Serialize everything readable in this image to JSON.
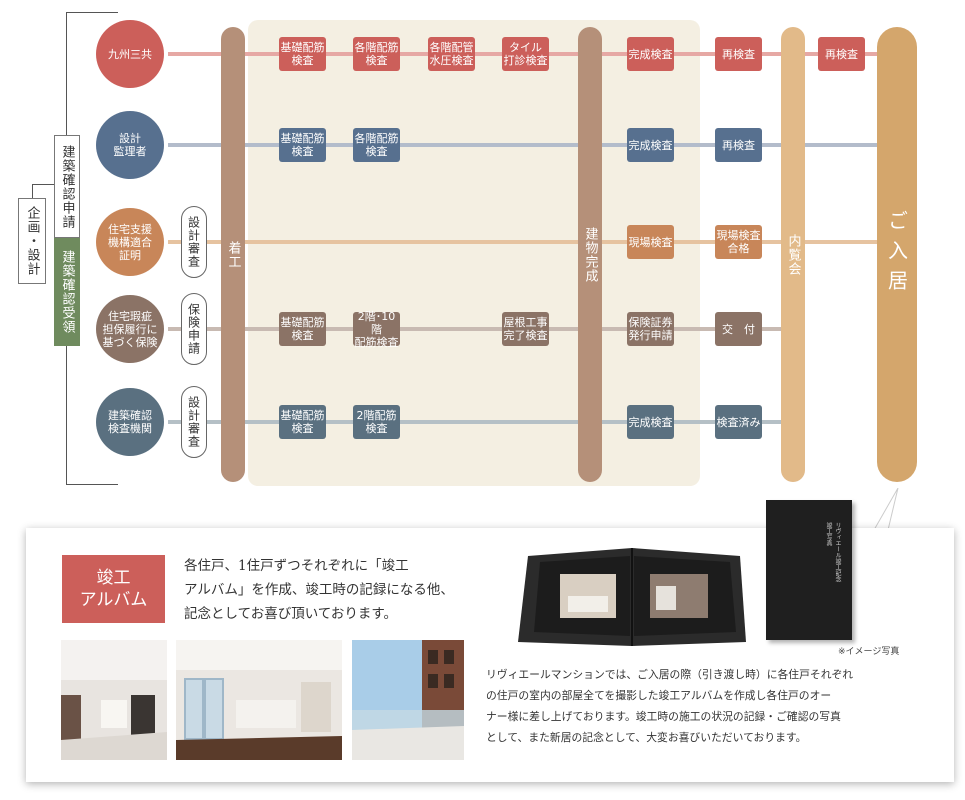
{
  "side": {
    "kikaku": "企画・設計",
    "shinsei": "建築確認申請",
    "juryo": "建築確認受領"
  },
  "rows": [
    {
      "label": "九州三共",
      "color": "#cc5f5a",
      "line": "#e6a8a4",
      "pill": "",
      "boxes": [
        "基礎配筋\n検査",
        "各階配筋\n検査",
        "各階配管\n水圧検査",
        "タイル\n打診検査",
        "完成検査",
        "再検査",
        "再検査"
      ]
    },
    {
      "label": "設計\n監理者",
      "color": "#57708f",
      "line": "#b3bccb",
      "pill": "",
      "boxes": [
        "基礎配筋\n検査",
        "各階配筋\n検査",
        "完成検査",
        "再検査"
      ]
    },
    {
      "label": "住宅支援\n機構適合\n証明",
      "color": "#c88659",
      "line": "#e6c3a0",
      "pill": "設計審査",
      "boxes": [
        "現場検査",
        "現場検査\n合格"
      ]
    },
    {
      "label": "住宅瑕疵\n担保履行に\n基づく保険",
      "color": "#8b7366",
      "line": "#c8bab2",
      "pill": "保険申請",
      "boxes": [
        "基礎配筋\n検査",
        "2階･10階\n配筋検査",
        "屋根工事\n完了検査",
        "保険証券\n発行申請",
        "交　付"
      ]
    },
    {
      "label": "建築確認\n検査機関",
      "color": "#5a7080",
      "line": "#b5c0c6",
      "pill": "設計審査",
      "boxes": [
        "基礎配筋\n検査",
        "2階配筋\n検査",
        "完成検査",
        "検査済み"
      ]
    }
  ],
  "bars": {
    "chakko": "着工",
    "kansei": "建物完成",
    "naiten": "内覧会",
    "nyukyo": "ご入居"
  },
  "colors": {
    "bar_brown": "#b59079",
    "bar_naiten": "#e2ba89",
    "bar_nyukyo": "#d4a66c"
  },
  "album": {
    "tag": "竣工\nアルバム",
    "caption": "各住戸、1住戸ずつそれぞれに「竣工\nアルバム」を作成、竣工時の記録になる他、\n記念としてお喜び頂いております。",
    "book_title": "リヴィエール竣工記念\n竣工写真",
    "image_note": "※イメージ写真",
    "description": "リヴィエールマンションでは、ご入居の際（引き渡し時）に各住戸それぞれ\nの住戸の室内の部屋全てを撮影した竣工アルバムを作成し各住戸のオー\nナー様に差し上げております。竣工時の施工の状況の記録・ご確認の写真\nとして、また新居の記念として、大変お喜びいただいております。"
  }
}
